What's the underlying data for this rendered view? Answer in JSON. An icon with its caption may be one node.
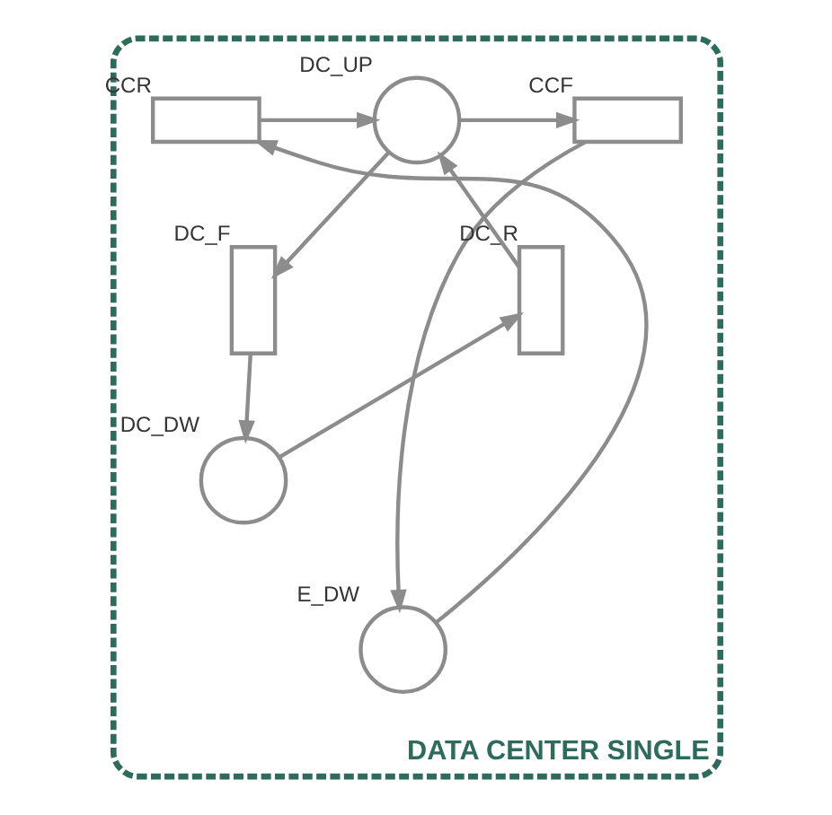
{
  "diagram": {
    "nodes": [
      {
        "text": [
          "DATA CENTER SINGLE"
        ]
      },
      {
        "text": [
          "CCR"
        ],
        "in": 0
      },
      {
        "text": [
          "DC_UP"
        ],
        "in": 0
      },
      {
        "text": [
          "CCF"
        ],
        "in": 0
      },
      {
        "text": [
          "DC_R"
        ],
        "in": 0
      },
      {
        "text": [
          "DC_F"
        ],
        "in": 0
      },
      {
        "text": [
          "DC_DW"
        ],
        "in": 0
      },
      {
        "text": [
          "E_DW"
        ],
        "in": 0
      }
    ],
    "edges": [
      {
        "from": 1,
        "to": 2,
        "arrow": "to"
      },
      {
        "from": 2,
        "to": 3,
        "arrow": "to"
      },
      {
        "from": 2,
        "to": 5,
        "arrow": "to"
      },
      {
        "from": 5,
        "to": 6,
        "arrow": "to"
      },
      {
        "from": 6,
        "to": 4,
        "arrow": "to"
      },
      {
        "from": 4,
        "to": 2,
        "arrow": "to"
      },
      {
        "from": 3,
        "to": 7,
        "arrow": "to"
      },
      {
        "from": 7,
        "to": 1,
        "arrow": "to"
      }
    ]
  }
}
